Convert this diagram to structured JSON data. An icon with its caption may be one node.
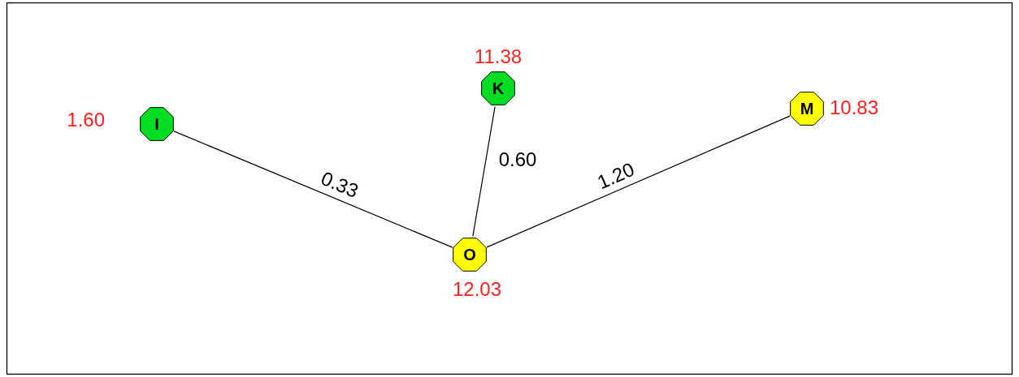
{
  "diagram": {
    "nodes": [
      {
        "text": [
          "I"
        ],
        "beside": [
          "1.60"
        ]
      },
      {
        "text": [
          "K"
        ],
        "beside": [
          "11.38"
        ]
      },
      {
        "text": [
          "M"
        ],
        "beside": [
          "10.83"
        ]
      },
      {
        "text": [
          "O"
        ],
        "beside": [
          "12.03"
        ]
      }
    ],
    "edges": [
      {
        "from": 0,
        "to": 3,
        "arrow": "none",
        "label": "0.33"
      },
      {
        "from": 1,
        "to": 3,
        "arrow": "none",
        "label": "0.60"
      },
      {
        "from": 3,
        "to": 2,
        "arrow": "none",
        "label": "1.20"
      }
    ]
  }
}
